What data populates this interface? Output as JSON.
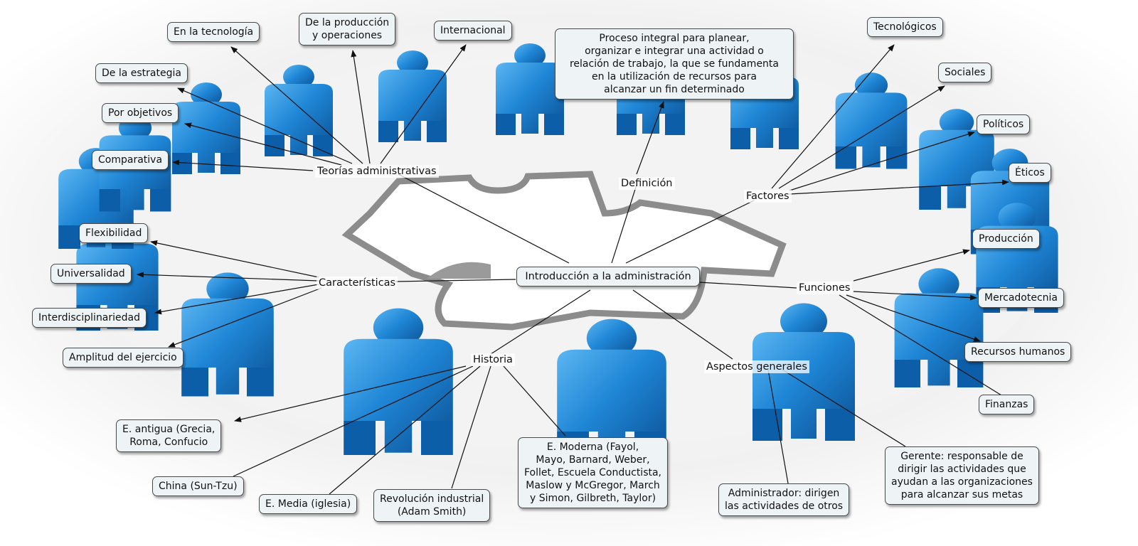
{
  "root": "Introducción a la administración",
  "hubs": {
    "teorias": "Teorías administrativas",
    "definicion": "Definición",
    "factores": "Factores",
    "caracteristicas": "Características",
    "funciones": "Funciones",
    "historia": "Historia",
    "aspectos": "Aspectos generales"
  },
  "teorias_items": {
    "tecnologia": "En la tecnología",
    "produccion": "De la producción\ny operaciones",
    "internacional": "Internacional",
    "estrategia": "De la estrategia",
    "objetivos": "Por objetivos",
    "comparativa": "Comparativa"
  },
  "definicion_text": "Proceso integral para planear,\norganizar e integrar una actividad o\nrelación de trabajo, la que se fundamenta\nen la utilización de recursos para\nalcanzar un fin determinado",
  "factores_items": {
    "tecnologicos": "Tecnológicos",
    "sociales": "Sociales",
    "politicos": "Políticos",
    "eticos": "Éticos"
  },
  "caracteristicas_items": {
    "flexibilidad": "Flexibilidad",
    "universalidad": "Universalidad",
    "interdisciplinariedad": "Interdisciplinariedad",
    "amplitud": "Amplitud del ejercicio"
  },
  "funciones_items": {
    "produccion": "Producción",
    "mercadotecnia": "Mercadotecnia",
    "rrhh": "Recursos humanos",
    "finanzas": "Finanzas"
  },
  "historia_items": {
    "antigua": "E. antigua (Grecia,\nRoma, Confucio",
    "china": "China (Sun-Tzu)",
    "media": "E. Media (iglesia)",
    "revolucion": "Revolución industrial\n(Adam Smith)",
    "moderna": "E. Moderna (Fayol,\nMayo, Barnard, Weber,\nFollet, Escuela Conductista,\nMaslow y McGregor, March\ny Simon, Gilbreth, Taylor)"
  },
  "aspectos_items": {
    "administrador": "Administrador: dirigen\nlas actividades de otros",
    "gerente": "Gerente: responsable de\ndirigir las actividades que\nayudan a las organizaciones\npara alcanzar sus metas"
  },
  "colors": {
    "figure_blue": "#1f86d6",
    "figure_dark": "#0d5ea8",
    "puzzle_gray": "#8c8c8c",
    "node_fill": "#eef3f6"
  }
}
